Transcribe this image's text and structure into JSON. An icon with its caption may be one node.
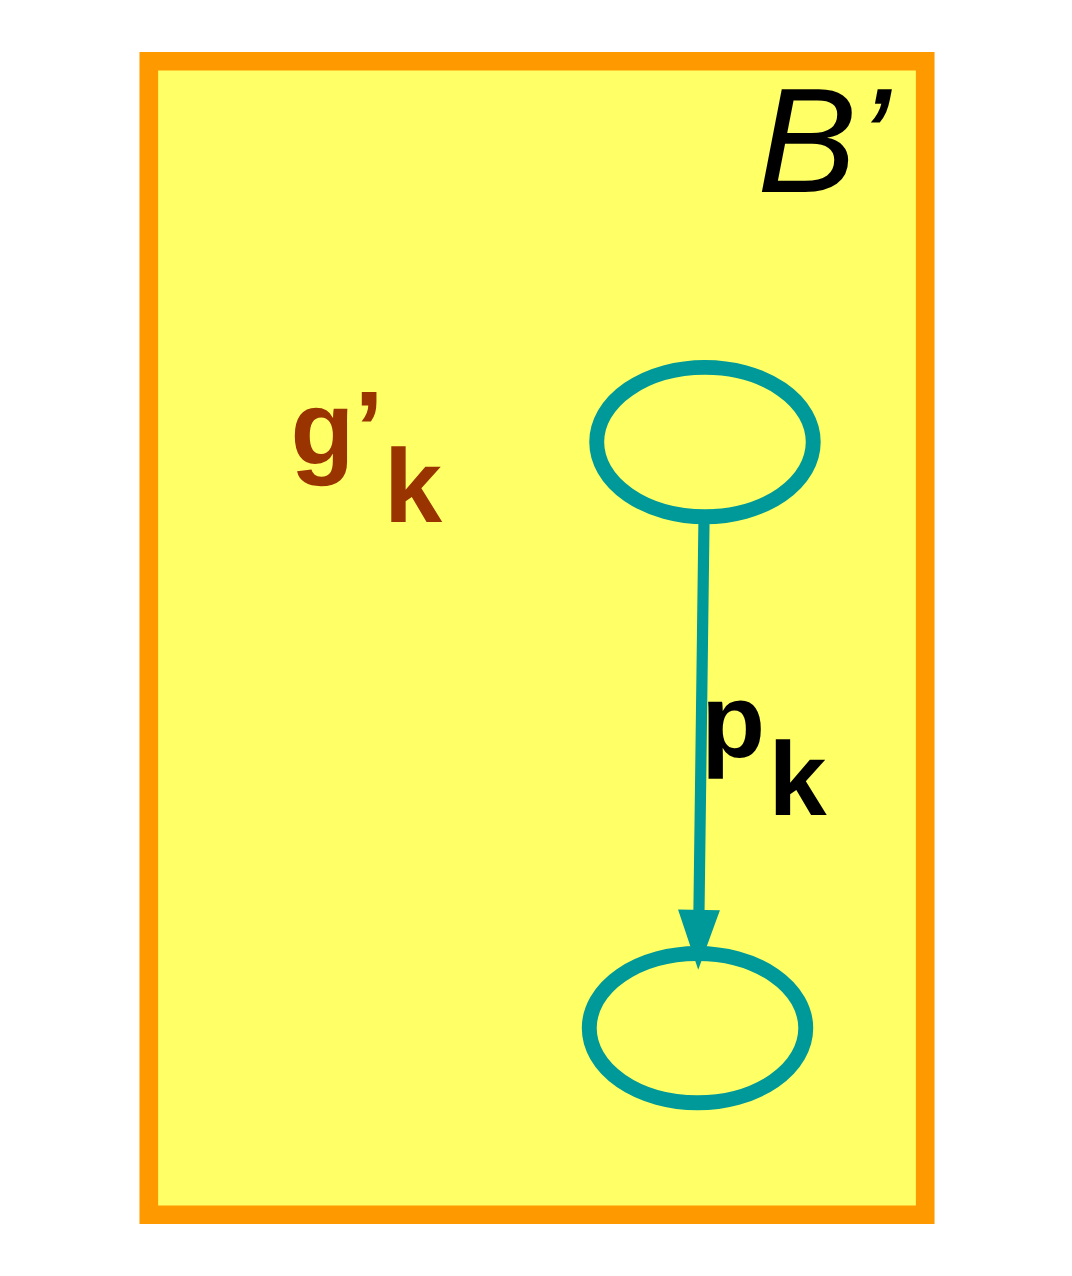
{
  "diagram": {
    "nodes": [
      {
        "text": [
          "B’"
        ]
      },
      {
        "text": [],
        "shape": "circle",
        "in": 0
      },
      {
        "text": [],
        "shape": "circle",
        "in": 0
      }
    ],
    "edges": [
      {
        "from": 1,
        "to": 2,
        "arrow": "to",
        "label": "p$_{k}$"
      }
    ],
    "labels": [
      "g’$_{k}$"
    ]
  }
}
